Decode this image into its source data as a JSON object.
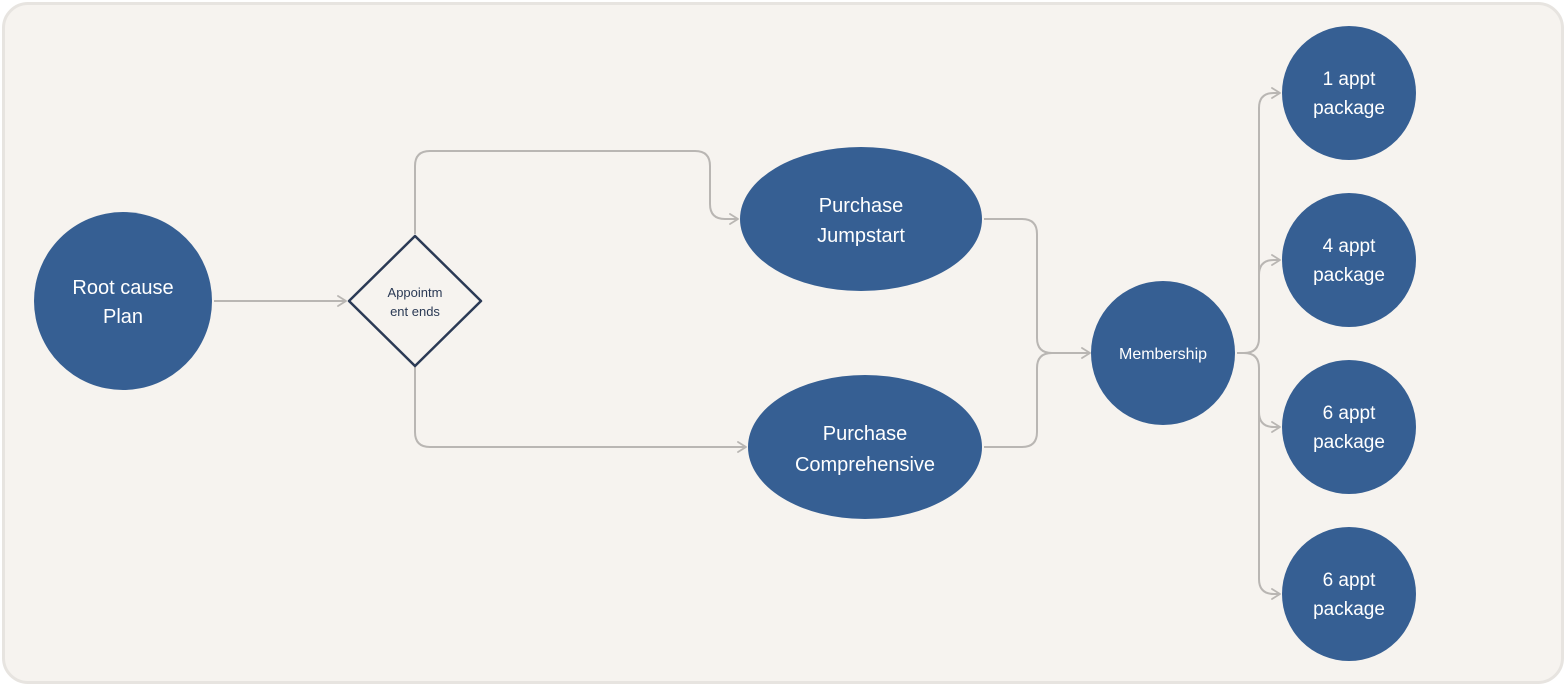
{
  "diagram": {
    "colors": {
      "background": "#f6f3ef",
      "frame_border": "#e7e4e0",
      "node_fill": "#365f93",
      "node_text": "#ffffff",
      "decision_stroke": "#2b3a55",
      "decision_text": "#2b3a55",
      "connector": "#b9b6b3"
    },
    "nodes": {
      "root_cause_plan": {
        "line1": "Root cause",
        "line2": "Plan"
      },
      "appointment_ends": {
        "line1": "Appointm",
        "line2": "ent ends"
      },
      "purchase_jumpstart": {
        "line1": "Purchase",
        "line2": "Jumpstart"
      },
      "purchase_comprehensive": {
        "line1": "Purchase",
        "line2": "Comprehensive"
      },
      "membership": {
        "label": "Membership"
      },
      "package_1": {
        "line1": "1 appt",
        "line2": "package"
      },
      "package_4": {
        "line1": "4 appt",
        "line2": "package"
      },
      "package_6a": {
        "line1": "6 appt",
        "line2": "package"
      },
      "package_6b": {
        "line1": "6 appt",
        "line2": "package"
      }
    }
  }
}
